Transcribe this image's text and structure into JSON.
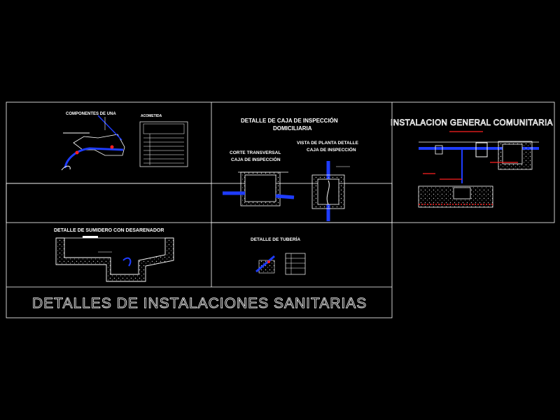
{
  "sheet_title": "DETALLES DE INSTALACIONES SANITARIAS",
  "panels": {
    "componentes": {
      "title": "COMPONENTES DE UNA",
      "legend_title": "ACOMETIDA"
    },
    "caja": {
      "title_line1": "DETALLE DE CAJA DE INSPECCIÓN",
      "title_line2": "DOMICILIARIA",
      "corte_line1": "CORTE TRANSVERSAL",
      "corte_line2": "CAJA DE INSPECCIÓN",
      "vista_line1": "VISTA DE PLANTA DETALLE",
      "vista_line2": "CAJA DE INSPECCIÓN"
    },
    "instalacion": {
      "title": "INSTALACION GENERAL COMUNITARIA"
    },
    "sumidero": {
      "title": "DETALLE DE SUMIDERO CON DESARENADOR"
    },
    "tuberia": {
      "title": "DETALLE DE TUBERÍA"
    }
  },
  "colors": {
    "background": "#000000",
    "lines": "#ffffff",
    "pipe": "#1e3cff",
    "annotation": "#ff2020",
    "hatch": "#c8c8c8"
  }
}
